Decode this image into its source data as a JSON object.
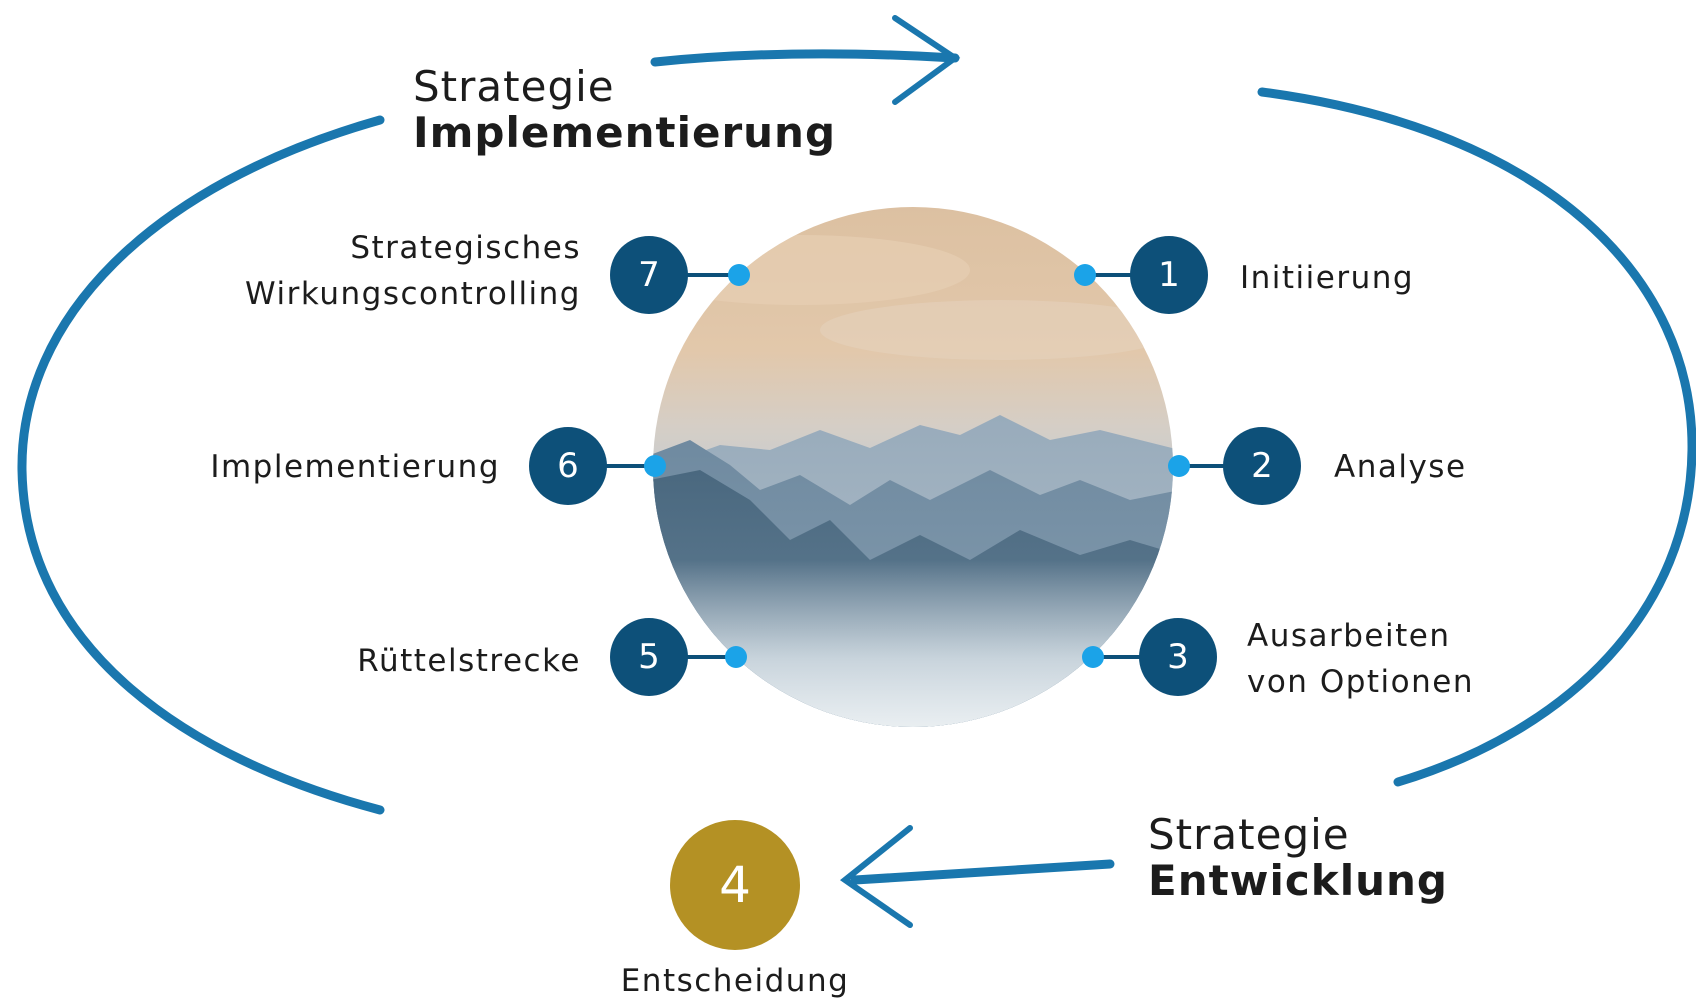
{
  "phases": {
    "implementation": {
      "line1": "Strategie",
      "line2": "Implementierung"
    },
    "development": {
      "line1": "Strategie",
      "line2": "Entwicklung"
    }
  },
  "steps": [
    {
      "number": "1",
      "label_lines": [
        "Initiierung"
      ]
    },
    {
      "number": "2",
      "label_lines": [
        "Analyse"
      ]
    },
    {
      "number": "3",
      "label_lines": [
        "Ausarbeiten",
        "von Optionen"
      ]
    },
    {
      "number": "4",
      "label_lines": [
        "Entscheidung"
      ]
    },
    {
      "number": "5",
      "label_lines": [
        "Rüttelstrecke"
      ]
    },
    {
      "number": "6",
      "label_lines": [
        "Implementierung"
      ]
    },
    {
      "number": "7",
      "label_lines": [
        "Strategisches",
        "Wirkungscontrolling"
      ]
    }
  ],
  "colors": {
    "node": "#0d5079",
    "connector": "#0d5079",
    "connector_dot": "#1ba3e8",
    "decision_node": "#b49124",
    "arrows": "#1a77ae",
    "sky_top": "#dfc3a4",
    "sky_mid": "#c6c9cc",
    "mountain_dark": "#4c6b84",
    "mist": "#e9eef1"
  },
  "icons": {
    "cycle_arrows": "brush-stroke-arrow",
    "center_image": "mountain-landscape"
  }
}
